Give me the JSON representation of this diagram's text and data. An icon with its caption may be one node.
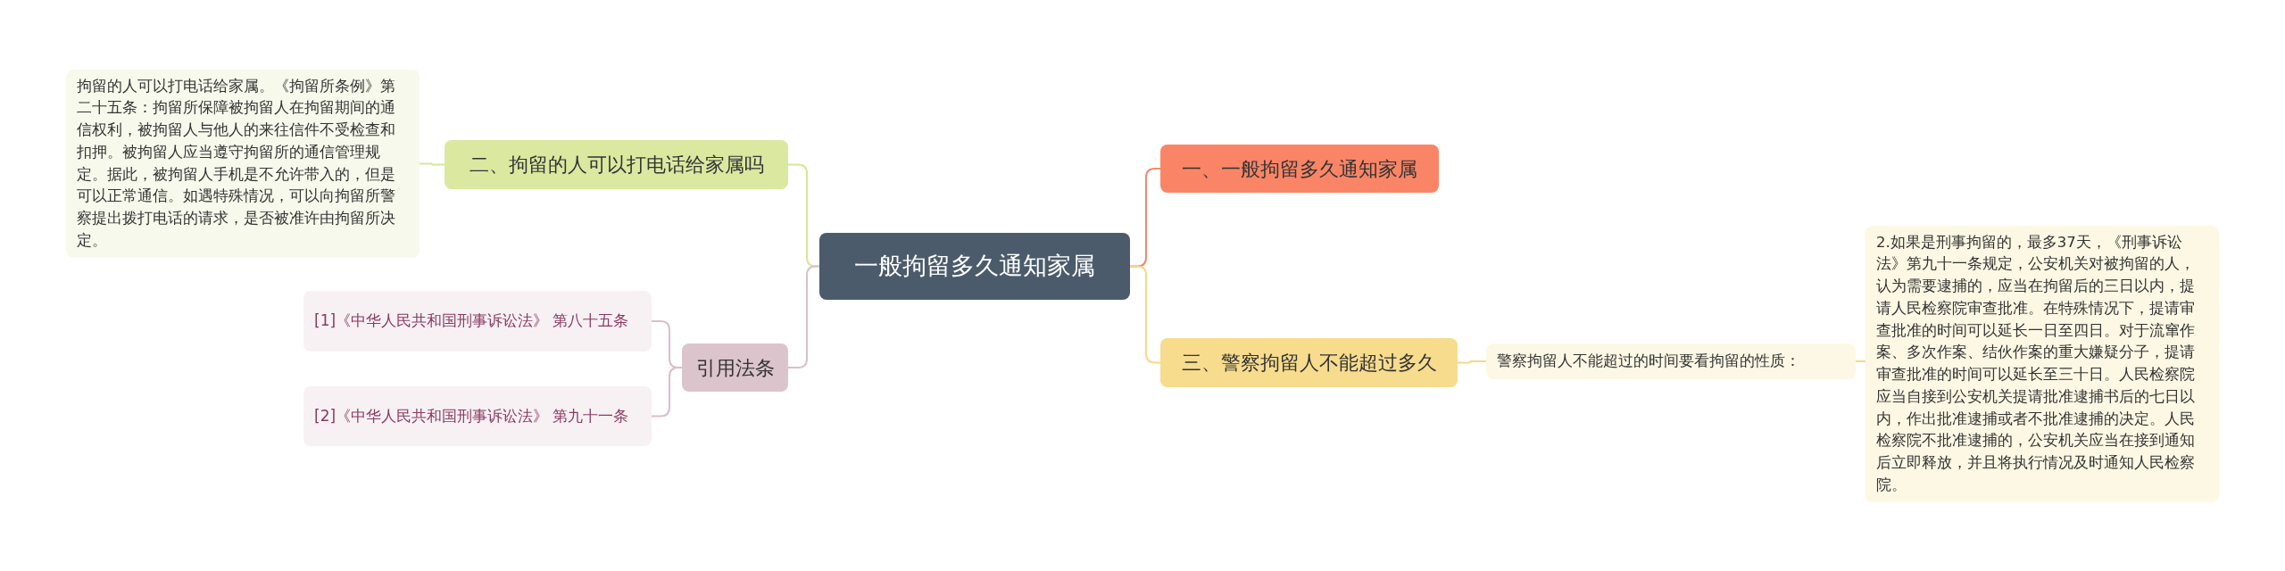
{
  "diagram": {
    "nodes": [
      {
        "text": [
          "一般拘留多久通知家属"
        ]
      },
      {
        "text": [
          "一、一般拘留多久通知家属"
        ]
      },
      {
        "text": [
          "三、警察拘留人不能超过多久"
        ]
      },
      {
        "text": [
          "警察拘留人不能超过的时间要看拘留的性质："
        ]
      },
      {
        "text": [
          "2.如果是刑事拘留的，最多37天，《刑事诉讼法》第九十一条规定，公安机关对被拘留的人，认为需要逮捕的，应当在拘留后的三日以内，提请人民检察院审查批准。在特殊情况下，提请审查批准的时间可以延长一日至四日。对于流窜作案、多次作案、结伙作案的重大嫌疑分子，提请审查批准的时间可以延长至三十日。人民检察院应当自接到公安机关提请批准逮捕书后的七日以内，作出批准逮捕或者不批准逮捕的决定。人民检察院不批准逮捕的，公安机关应当在接到通知后立即释放，并且将执行情况及时通知人民检察院。"
        ]
      },
      {
        "text": [
          "二、拘留的人可以打电话给家属吗"
        ]
      },
      {
        "text": [
          "拘留的人可以打电话给家属。《拘留所条例》第二十五条：拘留所保障被拘留人在拘留期间的通信权利，被拘留人与他人的来往信件不受检查和扣押。被拘留人应当遵守拘留所的通信管理规定。据此，被拘留人手机是不允许带入的，但是可以正常通信。如遇特殊情况，可以向拘留所警察提出拨打电话的请求，是否被准许由拘留所决定。"
        ]
      },
      {
        "text": [
          "引用法条"
        ]
      },
      {
        "text": [
          "[1]《中华人民共和国刑事诉讼法》 第八十五条"
        ]
      },
      {
        "text": [
          "[2]《中华人民共和国刑事诉讼法》 第九十一条"
        ]
      }
    ],
    "edges": [
      {
        "from": 0,
        "to": 1,
        "arrow": "none",
        "color": "#f08a6e"
      },
      {
        "from": 0,
        "to": 2,
        "arrow": "none",
        "color": "#f3d98a"
      },
      {
        "from": 2,
        "to": 3,
        "arrow": "none",
        "color": "#f3d98a"
      },
      {
        "from": 3,
        "to": 4,
        "arrow": "none",
        "color": "#f3d98a"
      },
      {
        "from": 0,
        "to": 5,
        "arrow": "none",
        "color": "#d7e59a"
      },
      {
        "from": 5,
        "to": 6,
        "arrow": "none",
        "color": "#d7e59a"
      },
      {
        "from": 0,
        "to": 7,
        "arrow": "none",
        "color": "#d8c0c8"
      },
      {
        "from": 7,
        "to": 8,
        "arrow": "none",
        "color": "#d8c0c8"
      },
      {
        "from": 7,
        "to": 9,
        "arrow": "none",
        "color": "#d8c0c8"
      }
    ]
  }
}
